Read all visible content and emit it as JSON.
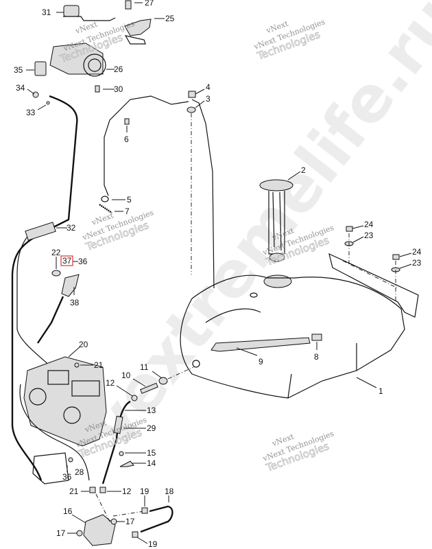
{
  "title": "Fuel system parts diagram",
  "labels": {
    "p31": "31",
    "p27": "27",
    "p25": "25",
    "p35": "35",
    "p26": "26",
    "p30": "30",
    "p34": "34",
    "p33": "33",
    "p4": "4",
    "p3": "3",
    "p6": "6",
    "p5": "5",
    "p7": "7",
    "p2": "2",
    "p24a": "24",
    "p23a": "23",
    "p24b": "24",
    "p23b": "23",
    "p32": "32",
    "p22": "22",
    "p37": "37",
    "p36a": "36",
    "p38": "38",
    "p20": "20",
    "p21a": "21",
    "p11": "11",
    "p10": "10",
    "p12a": "12",
    "p13": "13",
    "p29": "29",
    "p15": "15",
    "p14": "14",
    "p9": "9",
    "p8": "8",
    "p1": "1",
    "p36b": "36",
    "p28": "28",
    "p21b": "21",
    "p12b": "12",
    "p19a": "19",
    "p18": "18",
    "p16": "16",
    "p17a": "17",
    "p17b": "17",
    "p19b": "19"
  },
  "highlight": {
    "label": "37",
    "color": "#dd3333"
  },
  "watermarks": {
    "small": "vNext",
    "company": "vNext Technologies",
    "outline": "Technologies",
    "big": "vextremelife.ru"
  }
}
